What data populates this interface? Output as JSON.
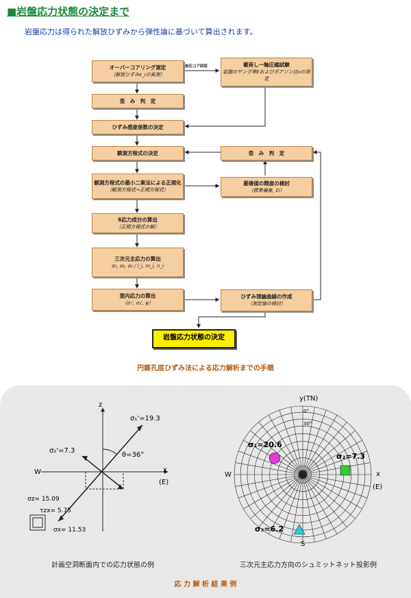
{
  "header": {
    "title": "■岩盤応力状態の決定まで"
  },
  "intro": {
    "text": "岩盤応力は得られた解放ひずみから弾性論に基づいて算出されます。"
  },
  "flow": {
    "b1": {
      "main": "オーバーコアリング測定",
      "sub": "（解放ひずみε_iの実測）"
    },
    "b2": {
      "main": "歪　み　判　定"
    },
    "b3": {
      "main": "ひずみ感度係数の決定"
    },
    "b4": {
      "main": "観測方程式の決定"
    },
    "b5": {
      "main": "観測方程式の最小二乗法による正規化",
      "sub": "（観測方程式→正規方程式）"
    },
    "b6": {
      "main": "6応力成分の算出",
      "sub": "（正規方程式の解）"
    },
    "b7": {
      "main": "三次元主応力の算出",
      "sub": "σ₁, σ₂, σ₃ / l_i, m_i, n_i"
    },
    "b8": {
      "main": "面内応力の算出",
      "sub": "（σ₁', σ₂', φ）"
    },
    "r1": {
      "main": "載荷し一軸圧縮試験",
      "sub": "岩盤のヤング率Eおよびポアソン比νの測定"
    },
    "r2": {
      "main": "歪　み　判　定"
    },
    "r3": {
      "main": "最確値の精度の検討",
      "sub": "（標準偏差, Σi）"
    },
    "r4": {
      "main": "ひずみ理論曲線の作成",
      "sub": "（測定値の検討）"
    },
    "arrow_label": "岩石コア回収",
    "final": "岩盤応力状態の決定"
  },
  "flow_caption": "円錐孔底ひずみ法による応力解析までの手順",
  "left_plot": {
    "z": "z",
    "x": "x",
    "e": "(E)",
    "w": "W",
    "s1": "σ₁'=19.3",
    "s2": "σ₂'=7.3",
    "theta": "θ=36°",
    "sz": "σz= 15.09",
    "tzx": "τzx= 5.75",
    "sx": "σx= 11.53",
    "caption": "計画空洞断面内での応力状態の例"
  },
  "right_plot": {
    "y": "y(TN)",
    "x": "x",
    "e": "(E)",
    "w": "W",
    "s": "S",
    "deg0": "0°",
    "deg30": "30°",
    "s1": "σ₁=20.6",
    "s2": "σ₂=7.3",
    "s3": "σ₃=6.2",
    "colors": {
      "s1": "#e23ad6",
      "s2": "#33cc33",
      "s3": "#22d0e6"
    },
    "caption": "三次元主応力方向のシュミットネット投影例"
  },
  "results_caption": "応 力 解 析 結 果 例"
}
